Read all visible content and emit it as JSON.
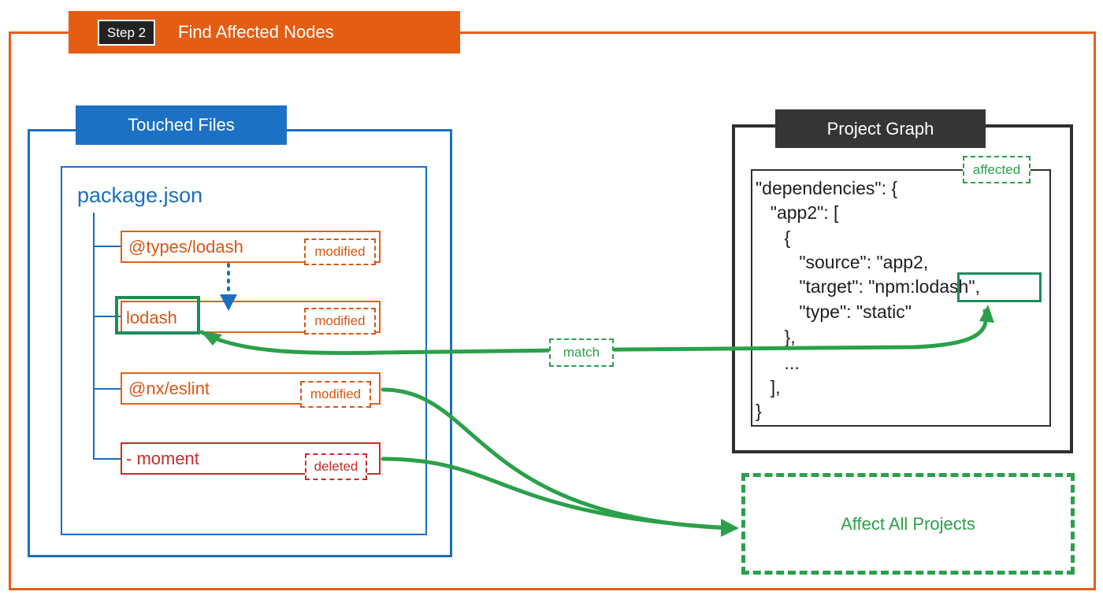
{
  "step": {
    "badge": "Step 2",
    "title": "Find Affected Nodes"
  },
  "touched_files": {
    "header": "Touched Files",
    "package_title": "package.json",
    "files": [
      {
        "name": "@types/lodash",
        "status": "modified"
      },
      {
        "name": "lodash",
        "status": "modified"
      },
      {
        "name": "@nx/eslint",
        "status": "modified"
      },
      {
        "name": "- moment",
        "status": "deleted"
      }
    ]
  },
  "project_graph": {
    "header": "Project Graph",
    "affected_tag": "affected",
    "code_lines": [
      "\"dependencies\": {",
      "  \"app2\": [",
      "    {",
      "      \"source\": \"app2,",
      "      \"target\": \"npm:lodash\",",
      "      \"type\": \"static\"",
      "    },",
      "    ...",
      "  ],",
      "}"
    ]
  },
  "match_label": "match",
  "affect_all_label": "Affect All Projects",
  "colors": {
    "orange": "#e55d12",
    "blue": "#1c71c5",
    "dark": "#353535",
    "green": "#2aa04a",
    "red": "#cc2a2a"
  }
}
